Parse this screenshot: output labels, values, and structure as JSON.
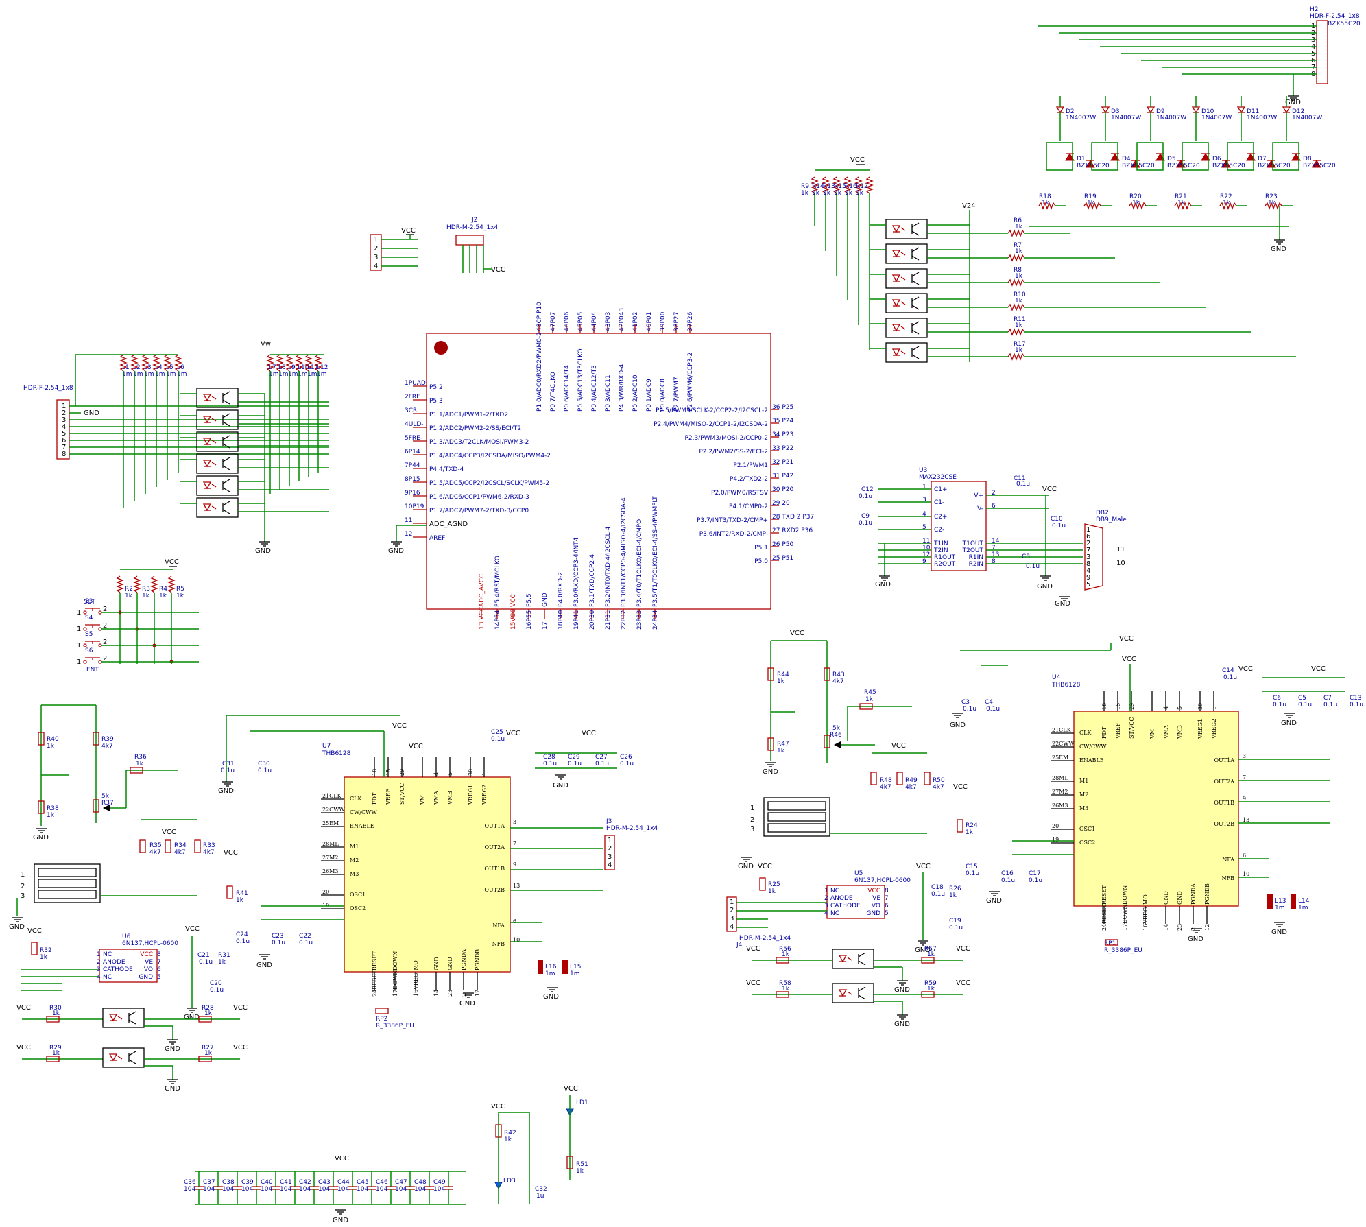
{
  "power": {
    "vcc": "VCC",
    "gnd": "GND",
    "vw": "Vw",
    "v24": "V24"
  },
  "mcu": {
    "left_pins": [
      {
        "n": "1",
        "t": "PUAD"
      },
      {
        "n": "2",
        "t": "FRE"
      },
      {
        "n": "3",
        "t": "CR"
      },
      {
        "n": "4",
        "t": "ULD-"
      },
      {
        "n": "5",
        "t": "FRE-"
      },
      {
        "n": "6",
        "t": "P14"
      },
      {
        "n": "7",
        "t": "P44"
      },
      {
        "n": "8",
        "t": "P15"
      },
      {
        "n": "9",
        "t": "P16"
      },
      {
        "n": "10",
        "t": "P19"
      },
      {
        "n": "11",
        "t": ""
      },
      {
        "n": "12",
        "t": ""
      }
    ],
    "left_labels": [
      "P5.2",
      "P5.3",
      "P1.1/ADC1/PWM1-2/TXD2",
      "P1.2/ADC2/PWM2-2/SS/ECI/T2",
      "P1.3/ADC3/T2CLK/MOSI/PWM3-2",
      "P1.4/ADC4/CCP3/I2CSDA/MISO/PWM4-2",
      "P4.4/TXD-4",
      "P1.5/ADC5/CCP2/I2CSCL/SCLK/PWM5-2",
      "P1.6/ADC6/CCP1/PWM6-2/RXD-3",
      "P1.7/ADC7/PWM7-2/TXD-3/CCP0",
      "ADC_AGND",
      "AREF"
    ],
    "right_pins": [
      {
        "l": "P2.5/PWM5/SCLK-2/CCP2-2/I2CSCL-2",
        "n": "36",
        "t": "P25"
      },
      {
        "l": "P2.4/PWM4/MISO-2/CCP1-2/I2CSDA-2",
        "n": "35",
        "t": "P24"
      },
      {
        "l": "P2.3/PWM3/MOSI-2/CCP0-2",
        "n": "34",
        "t": "P23"
      },
      {
        "l": "P2.2/PWM2/SS-2/ECI-2",
        "n": "33",
        "t": "P22"
      },
      {
        "l": "P2.1/PWM1",
        "n": "32",
        "t": "P21"
      },
      {
        "l": "P4.2/TXD2-2",
        "n": "31",
        "t": "P42"
      },
      {
        "l": "P2.0/PWM0/RSTSV",
        "n": "30",
        "t": "P20"
      },
      {
        "l": "P4.1/CMP0-2",
        "n": "29",
        "t": "20"
      },
      {
        "l": "P3.7/INT3/TXD-2/CMP+",
        "n": "28",
        "t": "TXD 2 P37"
      },
      {
        "l": "P3.6/INT2/RXD-2/CMP-",
        "n": "27",
        "t": "RXD2 P36"
      },
      {
        "l": "P5.1",
        "n": "26",
        "t": "P50"
      },
      {
        "l": "P5.0",
        "n": "25",
        "t": "P51"
      }
    ],
    "top_pins": [
      "P1.0/ADC0/RXD2/PWM0-2",
      "P0.7/T4CLKO",
      "P0.6/ADC14/T4",
      "P0.5/ADC13/T3CLKO",
      "P0.4/ADC12/T3",
      "P0.3/ADC11",
      "P4.3/WR/RXD-4",
      "P0.2/ADC10",
      "P0.1/ADC9",
      "P0.0/ADC8",
      "P2.7/PWM7",
      "P2.6/PWM6/CCP3-2"
    ],
    "top_nums": [
      "48CP P10",
      "47P07",
      "46P06",
      "45P05",
      "44P04",
      "43P03",
      "42P043",
      "41P02",
      "40P01",
      "39P00",
      "38P27",
      "37P26"
    ],
    "bottom_pins": [
      "ADC_AVCC",
      "P5.4/RST/MCLKO",
      "VCC",
      "P5.5",
      "GND",
      "P4.0/RXD-2",
      "P3.0/RXD/CCP3-4/INT4",
      "P3.1/TXD/CCP2-4",
      "P3.2/INT0/TXD-4/I2CSCL-4",
      "P3.3/INT1/CCP0-4/MISO-4/I2CSDA-4",
      "P3.4/T0/T1CLKO/ECI-4/CMPO",
      "P3.5/T1/T0CLKO/ECI-4/SS-4/PWMFLT"
    ],
    "bottom_nums": [
      "13 VCC",
      "14P54",
      "15VCC",
      "16P55",
      "17",
      "18P40",
      "19P41",
      "20P30",
      "21P31",
      "22P32",
      "23P33",
      "24P34"
    ]
  },
  "labels": {
    "j2": "J2",
    "j2_type": "HDR-M-2.54_1x4",
    "h1_type": "HDR-F-2.54_1x8",
    "h2": "H2",
    "h2_type": "HDR-F-2.54_1x8",
    "h2_sub": "BZX55C20",
    "u3": "U3",
    "u3_type": "MAX232CSE",
    "db2": "DB2",
    "db2_type": "DB9_Male",
    "u4": "U4",
    "u4_type": "THB6128",
    "u7": "U7",
    "u7_type": "THB6128",
    "j3": "J3",
    "j3_type": "HDR-M-2.54_1x4",
    "j4": "J4",
    "j4_type": "HDR-M-2.54_1x4",
    "u5": "U5",
    "u5_type": "6N137,HCPL-0600",
    "u6": "U6",
    "u6_type": "6N137,HCPL-0600",
    "rp1": "RP1",
    "rp1_type": "R_3386P_EU",
    "rp2": "RP2",
    "rp2_type": "R_3386P_EU",
    "ld1": "LD1",
    "ld3": "LD3",
    "c32": "C32",
    "c32_v": "1u",
    "r42": "R42",
    "r51": "R51",
    "v_1k": "1k",
    "s3": "S3",
    "s3_t": "SET",
    "s4": "S4",
    "s5": "S5",
    "s6": "S6",
    "s6_t": "ENT",
    "five_k": "5k"
  },
  "u3": {
    "left": [
      {
        "n": "1",
        "t": "C1+"
      },
      {
        "n": "3",
        "t": "C1-"
      },
      {
        "n": "4",
        "t": "C2+"
      },
      {
        "n": "5",
        "t": "C2-"
      },
      {
        "n": "11",
        "t": "T1IN"
      },
      {
        "n": "10",
        "t": "T2IN"
      },
      {
        "n": "12",
        "t": "R1OUT"
      },
      {
        "n": "9",
        "t": "R2OUT"
      }
    ],
    "right": [
      {
        "n": "2",
        "t": "V+"
      },
      {
        "n": "6",
        "t": "V-"
      },
      {
        "n": "14",
        "t": "T1OUT"
      },
      {
        "n": "7",
        "t": "T2OUT"
      },
      {
        "n": "13",
        "t": "R1IN"
      },
      {
        "n": "8",
        "t": "R2IN"
      }
    ]
  },
  "thb": {
    "left": [
      "CLK",
      "CW/CWW",
      "ENABLE",
      "M1",
      "M2",
      "M3",
      "OSC1",
      "OSC2"
    ],
    "left_nums": [
      "21CLK",
      "22CWW",
      "25EM",
      "28ML",
      "27M2",
      "26M3",
      "20",
      "19"
    ],
    "right": [
      "OUT1A",
      "OUT2A",
      "OUT1B",
      "OUT2B",
      "NFA",
      "NFB"
    ],
    "right_nums": [
      "3",
      "7",
      "9",
      "13",
      "6",
      "10"
    ],
    "top": [
      "FDT",
      "VREF",
      "ST/VCC",
      "VM",
      "VMA",
      "VMB",
      "VREG1",
      "VREG2"
    ],
    "top_nums": [
      "18",
      "15",
      "29",
      "",
      "4",
      "5",
      "30",
      "1"
    ],
    "bottom": [
      "RESET",
      "DOWN",
      "MO",
      "GND",
      "GND",
      "PGNDA",
      "PGNDB"
    ],
    "bottom_nums": [
      "24RESET",
      "17DOWN",
      "16VREG",
      "14",
      "23",
      "2",
      "12"
    ]
  },
  "opto": {
    "u6": [
      "NC",
      "ANODE",
      "CATHODE",
      "NC"
    ],
    "u6r": [
      "VCC",
      "VE",
      "VO",
      "GND"
    ],
    "u5": [
      "NC",
      "ANODE",
      "CATHODE",
      "NC"
    ],
    "u5r": [
      "VCC",
      "VE",
      "VO",
      "GND"
    ]
  },
  "components": {
    "diodes_top": [
      {
        "n": "D2",
        "v": "1N4007W"
      },
      {
        "n": "D3",
        "v": "1N4007W"
      },
      {
        "n": "D9",
        "v": "1N4007W"
      },
      {
        "n": "D10",
        "v": "1N4007W"
      },
      {
        "n": "D11",
        "v": "1N4007W"
      },
      {
        "n": "D12",
        "v": "1N4007W"
      }
    ],
    "zeners": [
      {
        "n": "D1",
        "v": "BZX55C20"
      },
      {
        "n": "D4",
        "v": "BZX55C20"
      },
      {
        "n": "D5",
        "v": "BZX55C20"
      },
      {
        "n": "D6",
        "v": "BZX55C20"
      },
      {
        "n": "D7",
        "v": "BZX55C20"
      },
      {
        "n": "D8",
        "v": "BZX55C20"
      }
    ],
    "r_bias": [
      {
        "n": "R18",
        "v": "1k"
      },
      {
        "n": "R19",
        "v": "1k"
      },
      {
        "n": "R20",
        "v": "1k"
      },
      {
        "n": "R21",
        "v": "1k"
      },
      {
        "n": "R22",
        "v": "1k"
      },
      {
        "n": "R23",
        "v": "1k"
      }
    ],
    "r_opto": [
      {
        "n": "R6",
        "v": "1k"
      },
      {
        "n": "R7",
        "v": "1k"
      },
      {
        "n": "R8",
        "v": "1k"
      },
      {
        "n": "R10",
        "v": "1k"
      },
      {
        "n": "R11",
        "v": "1k"
      },
      {
        "n": "R17",
        "v": "1k"
      }
    ],
    "r_pull": [
      {
        "n": "R9",
        "v": "1k"
      },
      {
        "n": "R14",
        "v": "1k"
      },
      {
        "n": "R13",
        "v": "1k"
      },
      {
        "n": "R15",
        "v": "1k"
      },
      {
        "n": "R16",
        "v": "1k"
      },
      {
        "n": "R12",
        "v": "1k"
      }
    ],
    "l_left": [
      {
        "n": "L1",
        "v": "1m"
      },
      {
        "n": "L2",
        "v": "1m"
      },
      {
        "n": "L3",
        "v": "1m"
      },
      {
        "n": "L4",
        "v": "1m"
      },
      {
        "n": "L5",
        "v": "1m"
      },
      {
        "n": "L6",
        "v": "1m"
      }
    ],
    "l_right": [
      {
        "n": "L7",
        "v": "1m"
      },
      {
        "n": "L8",
        "v": "1m"
      },
      {
        "n": "L9",
        "v": "1m"
      },
      {
        "n": "L10",
        "v": "1m"
      },
      {
        "n": "L11",
        "v": "1m"
      },
      {
        "n": "L12",
        "v": "1m"
      }
    ],
    "r_keys": [
      {
        "n": "R2",
        "v": "1k"
      },
      {
        "n": "R3",
        "v": "1k"
      },
      {
        "n": "R4",
        "v": "1k"
      },
      {
        "n": "R5",
        "v": "1k"
      }
    ],
    "caps_bottom": [
      {
        "n": "C36",
        "v": "104"
      },
      {
        "n": "C37",
        "v": "104"
      },
      {
        "n": "C38",
        "v": "104"
      },
      {
        "n": "C39",
        "v": "104"
      },
      {
        "n": "C40",
        "v": "104"
      },
      {
        "n": "C41",
        "v": "104"
      },
      {
        "n": "C42",
        "v": "104"
      },
      {
        "n": "C43",
        "v": "104"
      },
      {
        "n": "C44",
        "v": "104"
      },
      {
        "n": "C45",
        "v": "104"
      },
      {
        "n": "C46",
        "v": "104"
      },
      {
        "n": "C47",
        "v": "104"
      },
      {
        "n": "C48",
        "v": "104"
      },
      {
        "n": "C49",
        "v": "104"
      }
    ],
    "misc": [
      {
        "n": "C12",
        "v": "0.1u"
      },
      {
        "n": "C9",
        "v": "0.1u"
      },
      {
        "n": "C11",
        "v": "0.1u"
      },
      {
        "n": "C10",
        "v": "0.1u"
      },
      {
        "n": "C8",
        "v": "0.1u"
      },
      {
        "n": "C3",
        "v": "0.1u"
      },
      {
        "n": "C4",
        "v": "0.1u"
      },
      {
        "n": "C14",
        "v": "0.1u"
      },
      {
        "n": "C6",
        "v": "0.1u"
      },
      {
        "n": "C5",
        "v": "0.1u"
      },
      {
        "n": "C7",
        "v": "0.1u"
      },
      {
        "n": "C13",
        "v": "0.1u"
      },
      {
        "n": "C25",
        "v": "0.1u"
      },
      {
        "n": "C28",
        "v": "0.1u"
      },
      {
        "n": "C29",
        "v": "0.1u"
      },
      {
        "n": "C27",
        "v": "0.1u"
      },
      {
        "n": "C26",
        "v": "0.1u"
      },
      {
        "n": "C31",
        "v": "0.1u"
      },
      {
        "n": "C30",
        "v": "0.1u"
      },
      {
        "n": "C23",
        "v": "0.1u"
      },
      {
        "n": "C22",
        "v": "0.1u"
      },
      {
        "n": "C24",
        "v": "0.1u"
      },
      {
        "n": "C15",
        "v": "0.1u"
      },
      {
        "n": "C16",
        "v": "0.1u"
      },
      {
        "n": "C17",
        "v": "0.1u"
      },
      {
        "n": "C18",
        "v": "0.1u"
      },
      {
        "n": "C19",
        "v": "0.1u"
      },
      {
        "n": "C20",
        "v": "0.1u"
      },
      {
        "n": "C21",
        "v": "0.1u"
      },
      {
        "n": "R44",
        "v": "1k"
      },
      {
        "n": "R43",
        "v": "4k7"
      },
      {
        "n": "R45",
        "v": "1k"
      },
      {
        "n": "R46",
        "v": "5k"
      },
      {
        "n": "R47",
        "v": "1k"
      },
      {
        "n": "R48",
        "v": "4k7"
      },
      {
        "n": "R49",
        "v": "4k7"
      },
      {
        "n": "R50",
        "v": "4k7"
      },
      {
        "n": "R24",
        "v": "1k"
      },
      {
        "n": "R25",
        "v": "1k"
      },
      {
        "n": "R26",
        "v": "1k"
      },
      {
        "n": "R40",
        "v": "1k"
      },
      {
        "n": "R39",
        "v": "4k7"
      },
      {
        "n": "R36",
        "v": "1k"
      },
      {
        "n": "R37",
        "v": "5k"
      },
      {
        "n": "R38",
        "v": "1k"
      },
      {
        "n": "R35",
        "v": "4k7"
      },
      {
        "n": "R34",
        "v": "4k7"
      },
      {
        "n": "R33",
        "v": "4k7"
      },
      {
        "n": "R41",
        "v": "1k"
      },
      {
        "n": "R32",
        "v": "1k"
      },
      {
        "n": "R31",
        "v": "1k"
      },
      {
        "n": "R30",
        "v": "1k"
      },
      {
        "n": "R28",
        "v": "1k"
      },
      {
        "n": "R29",
        "v": "1k"
      },
      {
        "n": "R27",
        "v": "1k"
      },
      {
        "n": "R56",
        "v": "1k"
      },
      {
        "n": "R57",
        "v": "1k"
      },
      {
        "n": "R58",
        "v": "1k"
      },
      {
        "n": "R59",
        "v": "1k"
      },
      {
        "n": "L13",
        "v": "1m"
      },
      {
        "n": "L14",
        "v": "1m"
      },
      {
        "n": "L15",
        "v": "1m"
      },
      {
        "n": "L16",
        "v": "1m"
      }
    ]
  }
}
